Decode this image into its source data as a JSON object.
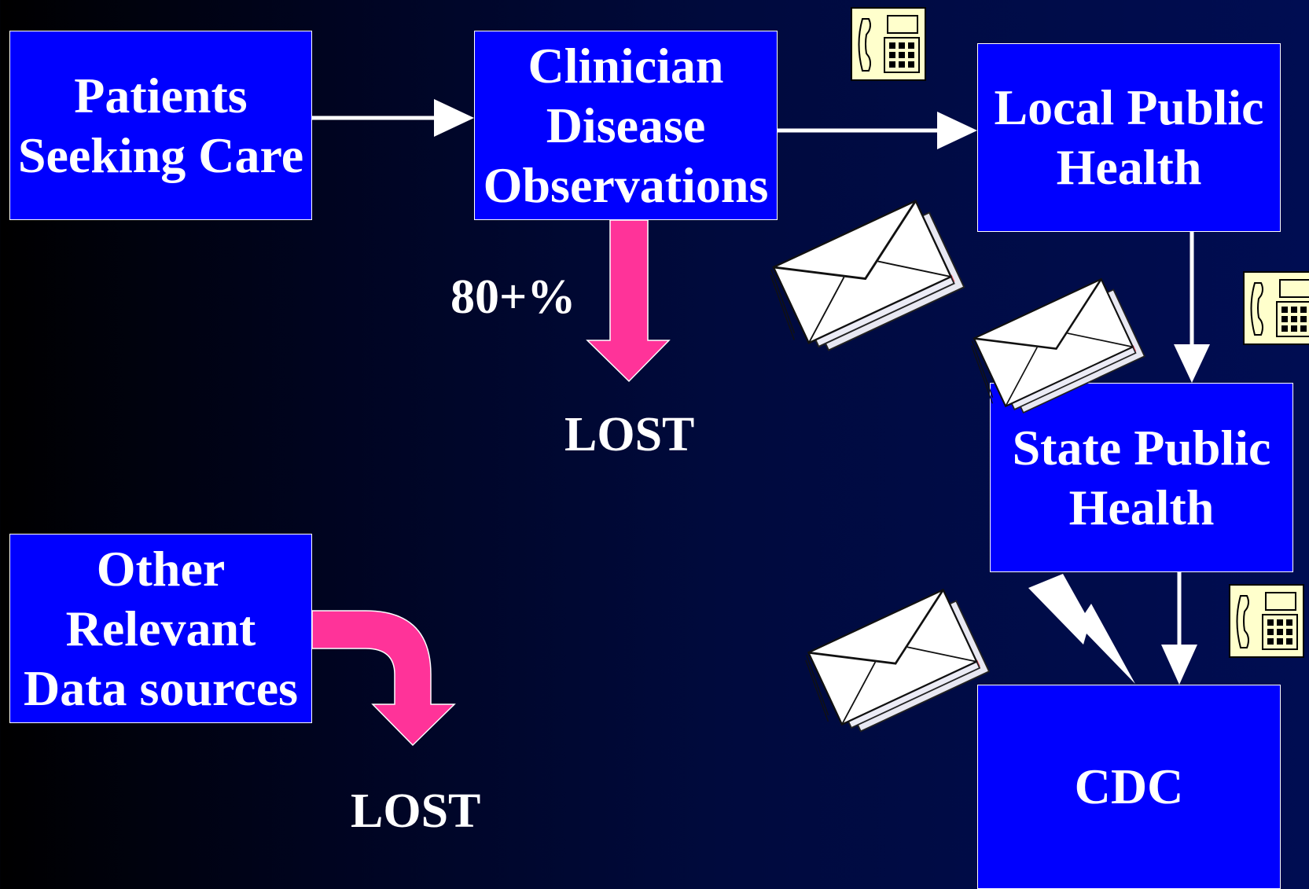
{
  "diagram": {
    "boxes": {
      "patients": "Patients\nSeeking Care",
      "clinician": "Clinician\nDisease\nObservations",
      "local": "Local Public\nHealth",
      "state": "State Public\nHealth",
      "cdc": "CDC",
      "other": "Other\nRelevant\nData sources"
    },
    "labels": {
      "percent": "80+%",
      "lost_clinician": "LOST",
      "lost_other": "LOST"
    }
  },
  "colors": {
    "background": "#000d52",
    "box_fill": "#0000ff",
    "box_border": "#ffffff",
    "lost_arrow": "#ff3399",
    "phone_fill": "#ffffcc",
    "text": "#ffffff"
  },
  "icons": [
    "phone-icon",
    "envelope-stack-icon",
    "lightning-bolt-icon",
    "flow-arrow",
    "lost-arrow"
  ]
}
